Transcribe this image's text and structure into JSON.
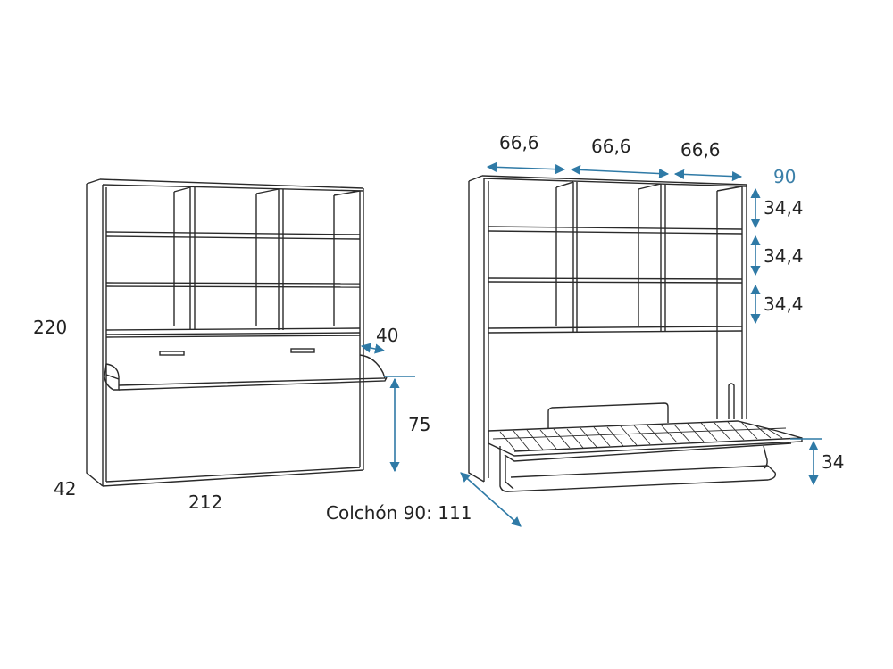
{
  "colors": {
    "line": "#2a2a2a",
    "dimension": "#2f7aa6",
    "text": "#222222",
    "accent_text": "#3a7fa8"
  },
  "left_view": {
    "name": "closed-desk-view",
    "labels": {
      "height": "220",
      "depth": "42",
      "width": "212",
      "desk_depth": "40",
      "desk_height": "75"
    }
  },
  "right_view": {
    "name": "open-bed-view",
    "labels": {
      "module_width_1": "66,6",
      "module_width_2": "66,6",
      "module_width_3": "66,6",
      "top_width": "90",
      "shelf_height_1": "34,4",
      "shelf_height_2": "34,4",
      "shelf_height_3": "34,4",
      "bed_height": "34",
      "mattress": "Colchón 90: 111"
    }
  }
}
